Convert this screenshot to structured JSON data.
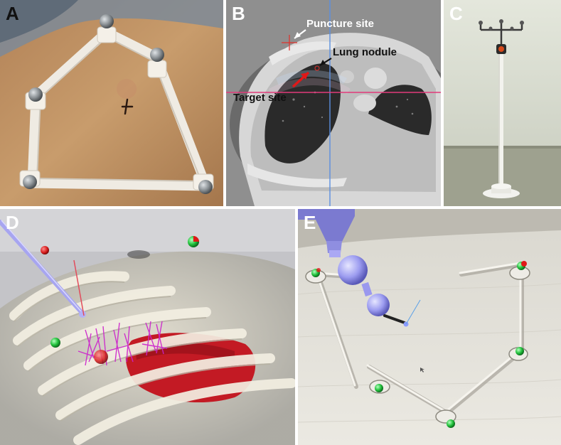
{
  "panels": {
    "a": {
      "label": "A"
    },
    "b": {
      "label": "B",
      "annotations": {
        "puncture": "Puncture site",
        "nodule": "Lung nodule",
        "target": "Target site"
      }
    },
    "c": {
      "label": "C"
    },
    "d": {
      "label": "D"
    },
    "e": {
      "label": "E"
    }
  },
  "colors": {
    "marker_sphere": "#8a9094",
    "frame": "#f1ede6",
    "skin": "#c79b6c",
    "needle": "#a7a5f0",
    "rib_render": "#e5e0cf",
    "lung_red": "#c31a24",
    "vessel_magenta": "#cc22cc",
    "green_marker": "#22c23c",
    "ct_crosshair": "#e23a7a"
  }
}
